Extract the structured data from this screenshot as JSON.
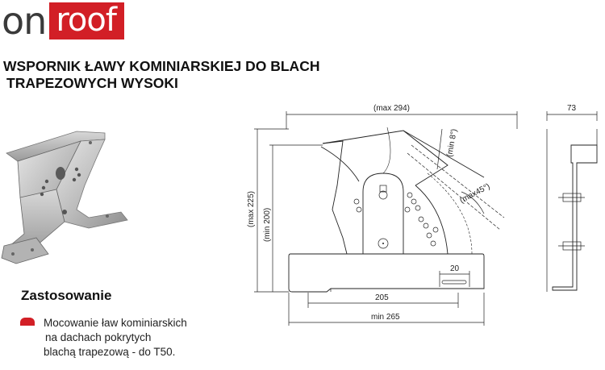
{
  "brand": {
    "on": "on",
    "roof": "roof",
    "roof_color": "#d21f26"
  },
  "title": {
    "line1": "WSPORNIK ŁAWY KOMINIARSKIEJ DO BLACH",
    "line2": "TRAPEZOWYCH WYSOKI"
  },
  "usage": {
    "heading": "Zastosowanie",
    "lines": [
      "Mocowanie ław kominiarskich",
      "na dachach pokrytych",
      "blachą trapezową - do T50."
    ]
  },
  "drawing": {
    "max_width": "(max 294)",
    "side_width": "73",
    "max_height": "(max 225)",
    "min_height": "(min 200)",
    "angle_min": "(min 8°)",
    "angle_max": "(max45°)",
    "slot": "20",
    "base_inner": "205",
    "base_min": "min 265"
  }
}
